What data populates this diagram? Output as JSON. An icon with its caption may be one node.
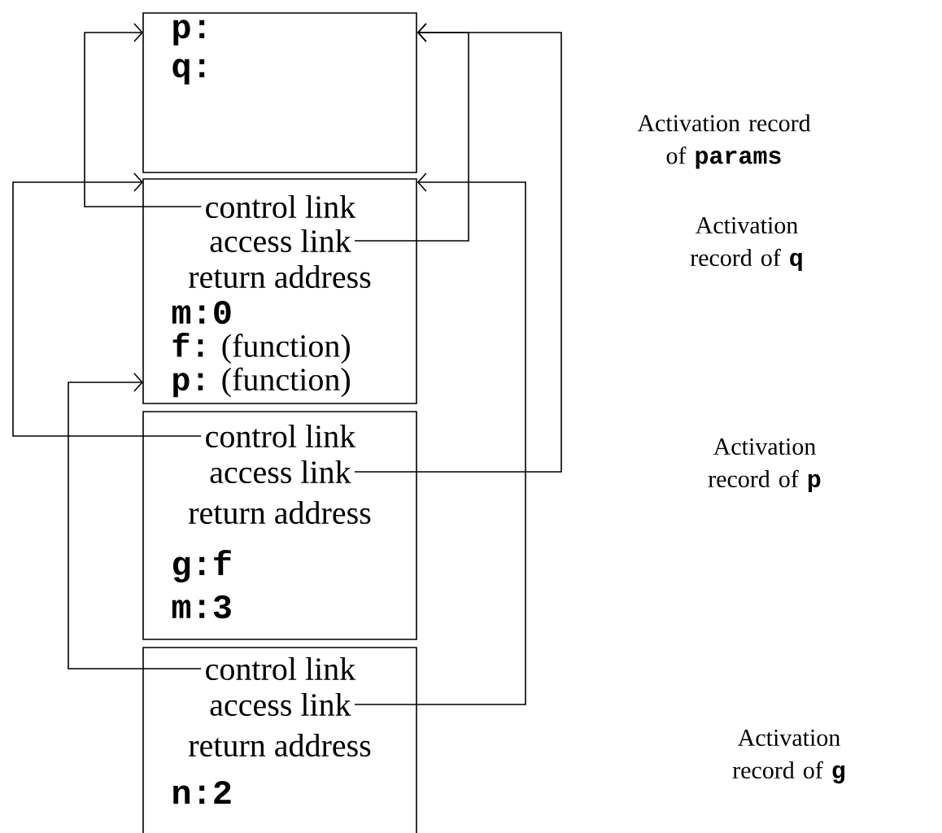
{
  "diagram": {
    "nodes": [
      {
        "text": [
          "p:",
          "q:"
        ]
      },
      {
        "text": [
          "return address",
          "m:0",
          "**f:** (function)",
          "**p:** (function)"
        ]
      },
      {
        "text": [
          "control link"
        ],
        "in": 1
      },
      {
        "text": [
          "access link"
        ],
        "in": 1
      },
      {
        "text": [
          "return address",
          "g:f",
          "m:3"
        ]
      },
      {
        "text": [
          "control link"
        ],
        "in": 4
      },
      {
        "text": [
          "access link"
        ],
        "in": 4
      },
      {
        "text": [
          "return address",
          "n:2"
        ]
      },
      {
        "text": [
          "control link"
        ],
        "in": 7
      },
      {
        "text": [
          "access link"
        ],
        "in": 7
      }
    ],
    "edges": [
      {
        "from": 2,
        "to": 0,
        "arrow": "to"
      },
      {
        "from": 3,
        "to": 0,
        "arrow": "to"
      },
      {
        "from": 5,
        "to": 1,
        "arrow": "to"
      },
      {
        "from": 6,
        "to": 0,
        "arrow": "to"
      },
      {
        "from": 8,
        "to": 1,
        "arrow": "to"
      },
      {
        "from": 9,
        "to": 1,
        "arrow": "to"
      }
    ],
    "labels": [
      "Activation record of **params**",
      "Activation record of **q**",
      "Activation record of **p**",
      "Activation record of **g**"
    ]
  }
}
